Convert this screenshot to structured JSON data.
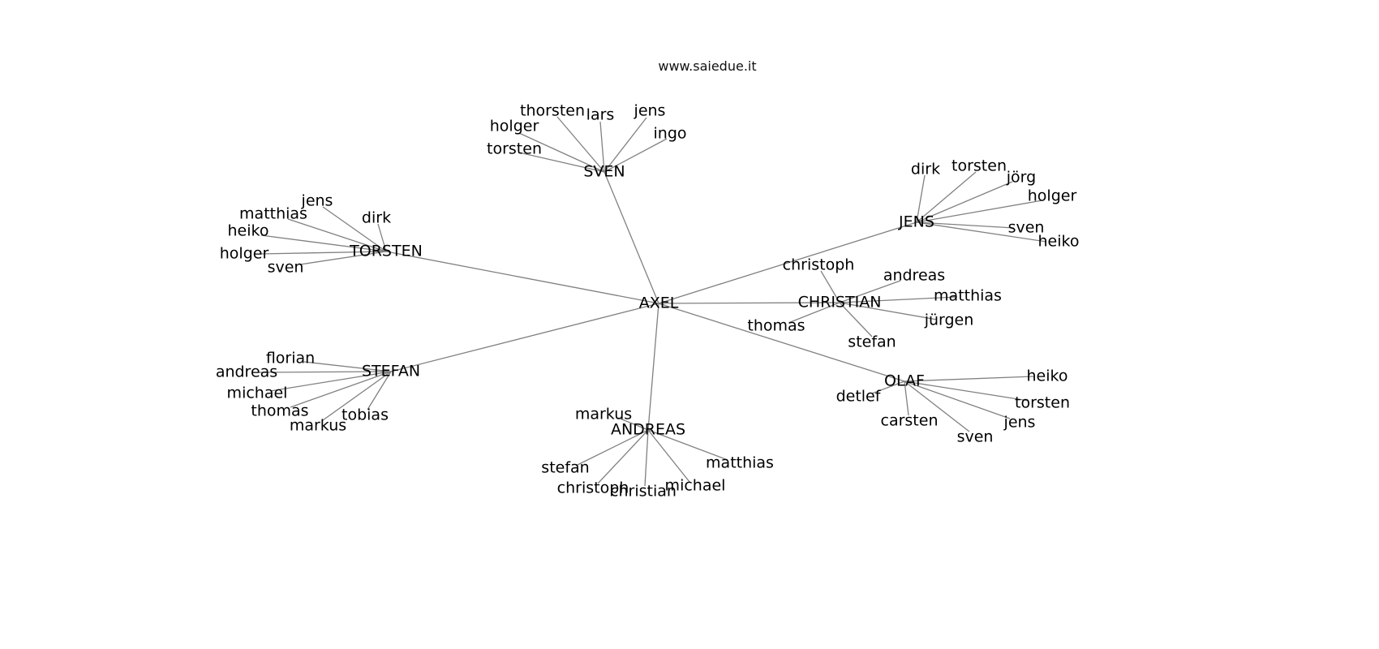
{
  "title": "www.saiedue.it",
  "colors": {
    "edge": "#808080",
    "text": "#000000",
    "background": "#ffffff"
  },
  "graph": {
    "nodes": [
      {
        "id": "axel",
        "label": "AXEL"
      },
      {
        "id": "sven",
        "label": "SVEN"
      },
      {
        "id": "torsten",
        "label": "TORSTEN"
      },
      {
        "id": "jens",
        "label": "JENS"
      },
      {
        "id": "christian",
        "label": "CHRISTIAN"
      },
      {
        "id": "stefan",
        "label": "STEFAN"
      },
      {
        "id": "andreas",
        "label": "ANDREAS"
      },
      {
        "id": "olaf",
        "label": "OLAF"
      },
      {
        "id": "sven-thorsten",
        "label": "thorsten"
      },
      {
        "id": "sven-lars",
        "label": "lars"
      },
      {
        "id": "sven-jens",
        "label": "jens"
      },
      {
        "id": "sven-holger",
        "label": "holger"
      },
      {
        "id": "sven-ingo",
        "label": "ingo"
      },
      {
        "id": "sven-torsten",
        "label": "torsten"
      },
      {
        "id": "torsten-jens",
        "label": "jens"
      },
      {
        "id": "torsten-matthias",
        "label": "matthias"
      },
      {
        "id": "torsten-dirk",
        "label": "dirk"
      },
      {
        "id": "torsten-heiko",
        "label": "heiko"
      },
      {
        "id": "torsten-holger",
        "label": "holger"
      },
      {
        "id": "torsten-sven",
        "label": "sven"
      },
      {
        "id": "jens-dirk",
        "label": "dirk"
      },
      {
        "id": "jens-torsten",
        "label": "torsten"
      },
      {
        "id": "jens-jorg",
        "label": "jörg"
      },
      {
        "id": "jens-holger",
        "label": "holger"
      },
      {
        "id": "jens-sven",
        "label": "sven"
      },
      {
        "id": "jens-heiko",
        "label": "heiko"
      },
      {
        "id": "christian-christoph",
        "label": "christoph"
      },
      {
        "id": "christian-andreas",
        "label": "andreas"
      },
      {
        "id": "christian-matthias",
        "label": "matthias"
      },
      {
        "id": "christian-jurgen",
        "label": "jürgen"
      },
      {
        "id": "christian-thomas",
        "label": "thomas"
      },
      {
        "id": "christian-stefan",
        "label": "stefan"
      },
      {
        "id": "stefan-florian",
        "label": "florian"
      },
      {
        "id": "stefan-andreas",
        "label": "andreas"
      },
      {
        "id": "stefan-michael",
        "label": "michael"
      },
      {
        "id": "stefan-thomas",
        "label": "thomas"
      },
      {
        "id": "stefan-markus",
        "label": "markus"
      },
      {
        "id": "stefan-tobias",
        "label": "tobias"
      },
      {
        "id": "andreas-markus",
        "label": "markus"
      },
      {
        "id": "andreas-stefan",
        "label": "stefan"
      },
      {
        "id": "andreas-christoph",
        "label": "christoph"
      },
      {
        "id": "andreas-christian",
        "label": "christian"
      },
      {
        "id": "andreas-michael",
        "label": "michael"
      },
      {
        "id": "andreas-matthias",
        "label": "matthias"
      },
      {
        "id": "olaf-heiko",
        "label": "heiko"
      },
      {
        "id": "olaf-detlef",
        "label": "detlef"
      },
      {
        "id": "olaf-torsten",
        "label": "torsten"
      },
      {
        "id": "olaf-carsten",
        "label": "carsten"
      },
      {
        "id": "olaf-jens",
        "label": "jens"
      },
      {
        "id": "olaf-sven",
        "label": "sven"
      }
    ],
    "edges": [
      [
        "axel",
        "sven"
      ],
      [
        "axel",
        "torsten"
      ],
      [
        "axel",
        "jens"
      ],
      [
        "axel",
        "christian"
      ],
      [
        "axel",
        "stefan"
      ],
      [
        "axel",
        "andreas"
      ],
      [
        "axel",
        "olaf"
      ],
      [
        "sven",
        "sven-thorsten"
      ],
      [
        "sven",
        "sven-lars"
      ],
      [
        "sven",
        "sven-jens"
      ],
      [
        "sven",
        "sven-holger"
      ],
      [
        "sven",
        "sven-ingo"
      ],
      [
        "sven",
        "sven-torsten"
      ],
      [
        "torsten",
        "torsten-jens"
      ],
      [
        "torsten",
        "torsten-matthias"
      ],
      [
        "torsten",
        "torsten-dirk"
      ],
      [
        "torsten",
        "torsten-heiko"
      ],
      [
        "torsten",
        "torsten-holger"
      ],
      [
        "torsten",
        "torsten-sven"
      ],
      [
        "jens",
        "jens-dirk"
      ],
      [
        "jens",
        "jens-torsten"
      ],
      [
        "jens",
        "jens-jorg"
      ],
      [
        "jens",
        "jens-holger"
      ],
      [
        "jens",
        "jens-sven"
      ],
      [
        "jens",
        "jens-heiko"
      ],
      [
        "christian",
        "christian-christoph"
      ],
      [
        "christian",
        "christian-andreas"
      ],
      [
        "christian",
        "christian-matthias"
      ],
      [
        "christian",
        "christian-jurgen"
      ],
      [
        "christian",
        "christian-thomas"
      ],
      [
        "christian",
        "christian-stefan"
      ],
      [
        "stefan",
        "stefan-florian"
      ],
      [
        "stefan",
        "stefan-andreas"
      ],
      [
        "stefan",
        "stefan-michael"
      ],
      [
        "stefan",
        "stefan-thomas"
      ],
      [
        "stefan",
        "stefan-markus"
      ],
      [
        "stefan",
        "stefan-tobias"
      ],
      [
        "andreas",
        "andreas-markus"
      ],
      [
        "andreas",
        "andreas-stefan"
      ],
      [
        "andreas",
        "andreas-christoph"
      ],
      [
        "andreas",
        "andreas-christian"
      ],
      [
        "andreas",
        "andreas-michael"
      ],
      [
        "andreas",
        "andreas-matthias"
      ],
      [
        "olaf",
        "olaf-heiko"
      ],
      [
        "olaf",
        "olaf-detlef"
      ],
      [
        "olaf",
        "olaf-torsten"
      ],
      [
        "olaf",
        "olaf-carsten"
      ],
      [
        "olaf",
        "olaf-jens"
      ],
      [
        "olaf",
        "olaf-sven"
      ]
    ]
  }
}
